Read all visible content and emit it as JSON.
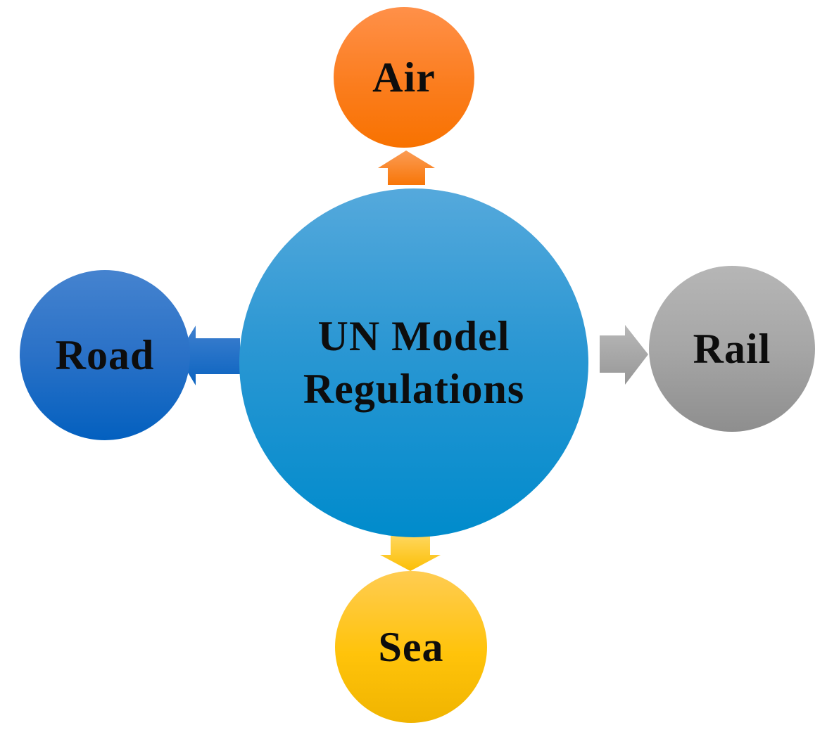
{
  "diagram": {
    "type": "hub-and-spoke",
    "center": {
      "label_line1": "UN Model",
      "label_line2": "Regulations",
      "color_top": "#55a9dc",
      "color_bottom": "#008bcc"
    },
    "nodes": [
      {
        "id": "air",
        "label": "Air",
        "position": "top",
        "color_top": "#ff9049",
        "color_bottom": "#f87200"
      },
      {
        "id": "rail",
        "label": "Rail",
        "position": "right",
        "color_top": "#b6b6b6",
        "color_bottom": "#8e8e8e"
      },
      {
        "id": "sea",
        "label": "Sea",
        "position": "bottom",
        "color_top": "#ffcc52",
        "color_bottom": "#f0b400"
      },
      {
        "id": "road",
        "label": "Road",
        "position": "left",
        "color_top": "#4583cf",
        "color_bottom": "#0360bf"
      }
    ],
    "arrows": [
      {
        "from": "UN Model Regulations",
        "to": "Air",
        "direction": "up",
        "color": "#f97b16"
      },
      {
        "from": "UN Model Regulations",
        "to": "Rail",
        "direction": "right",
        "color": "#a5a5a5"
      },
      {
        "from": "UN Model Regulations",
        "to": "Sea",
        "direction": "down",
        "color": "#fdc712"
      },
      {
        "from": "UN Model Regulations",
        "to": "Road",
        "direction": "left",
        "color": "#2271c8"
      }
    ],
    "text_color": "#0d0d0d",
    "background_color": "#ffffff"
  }
}
